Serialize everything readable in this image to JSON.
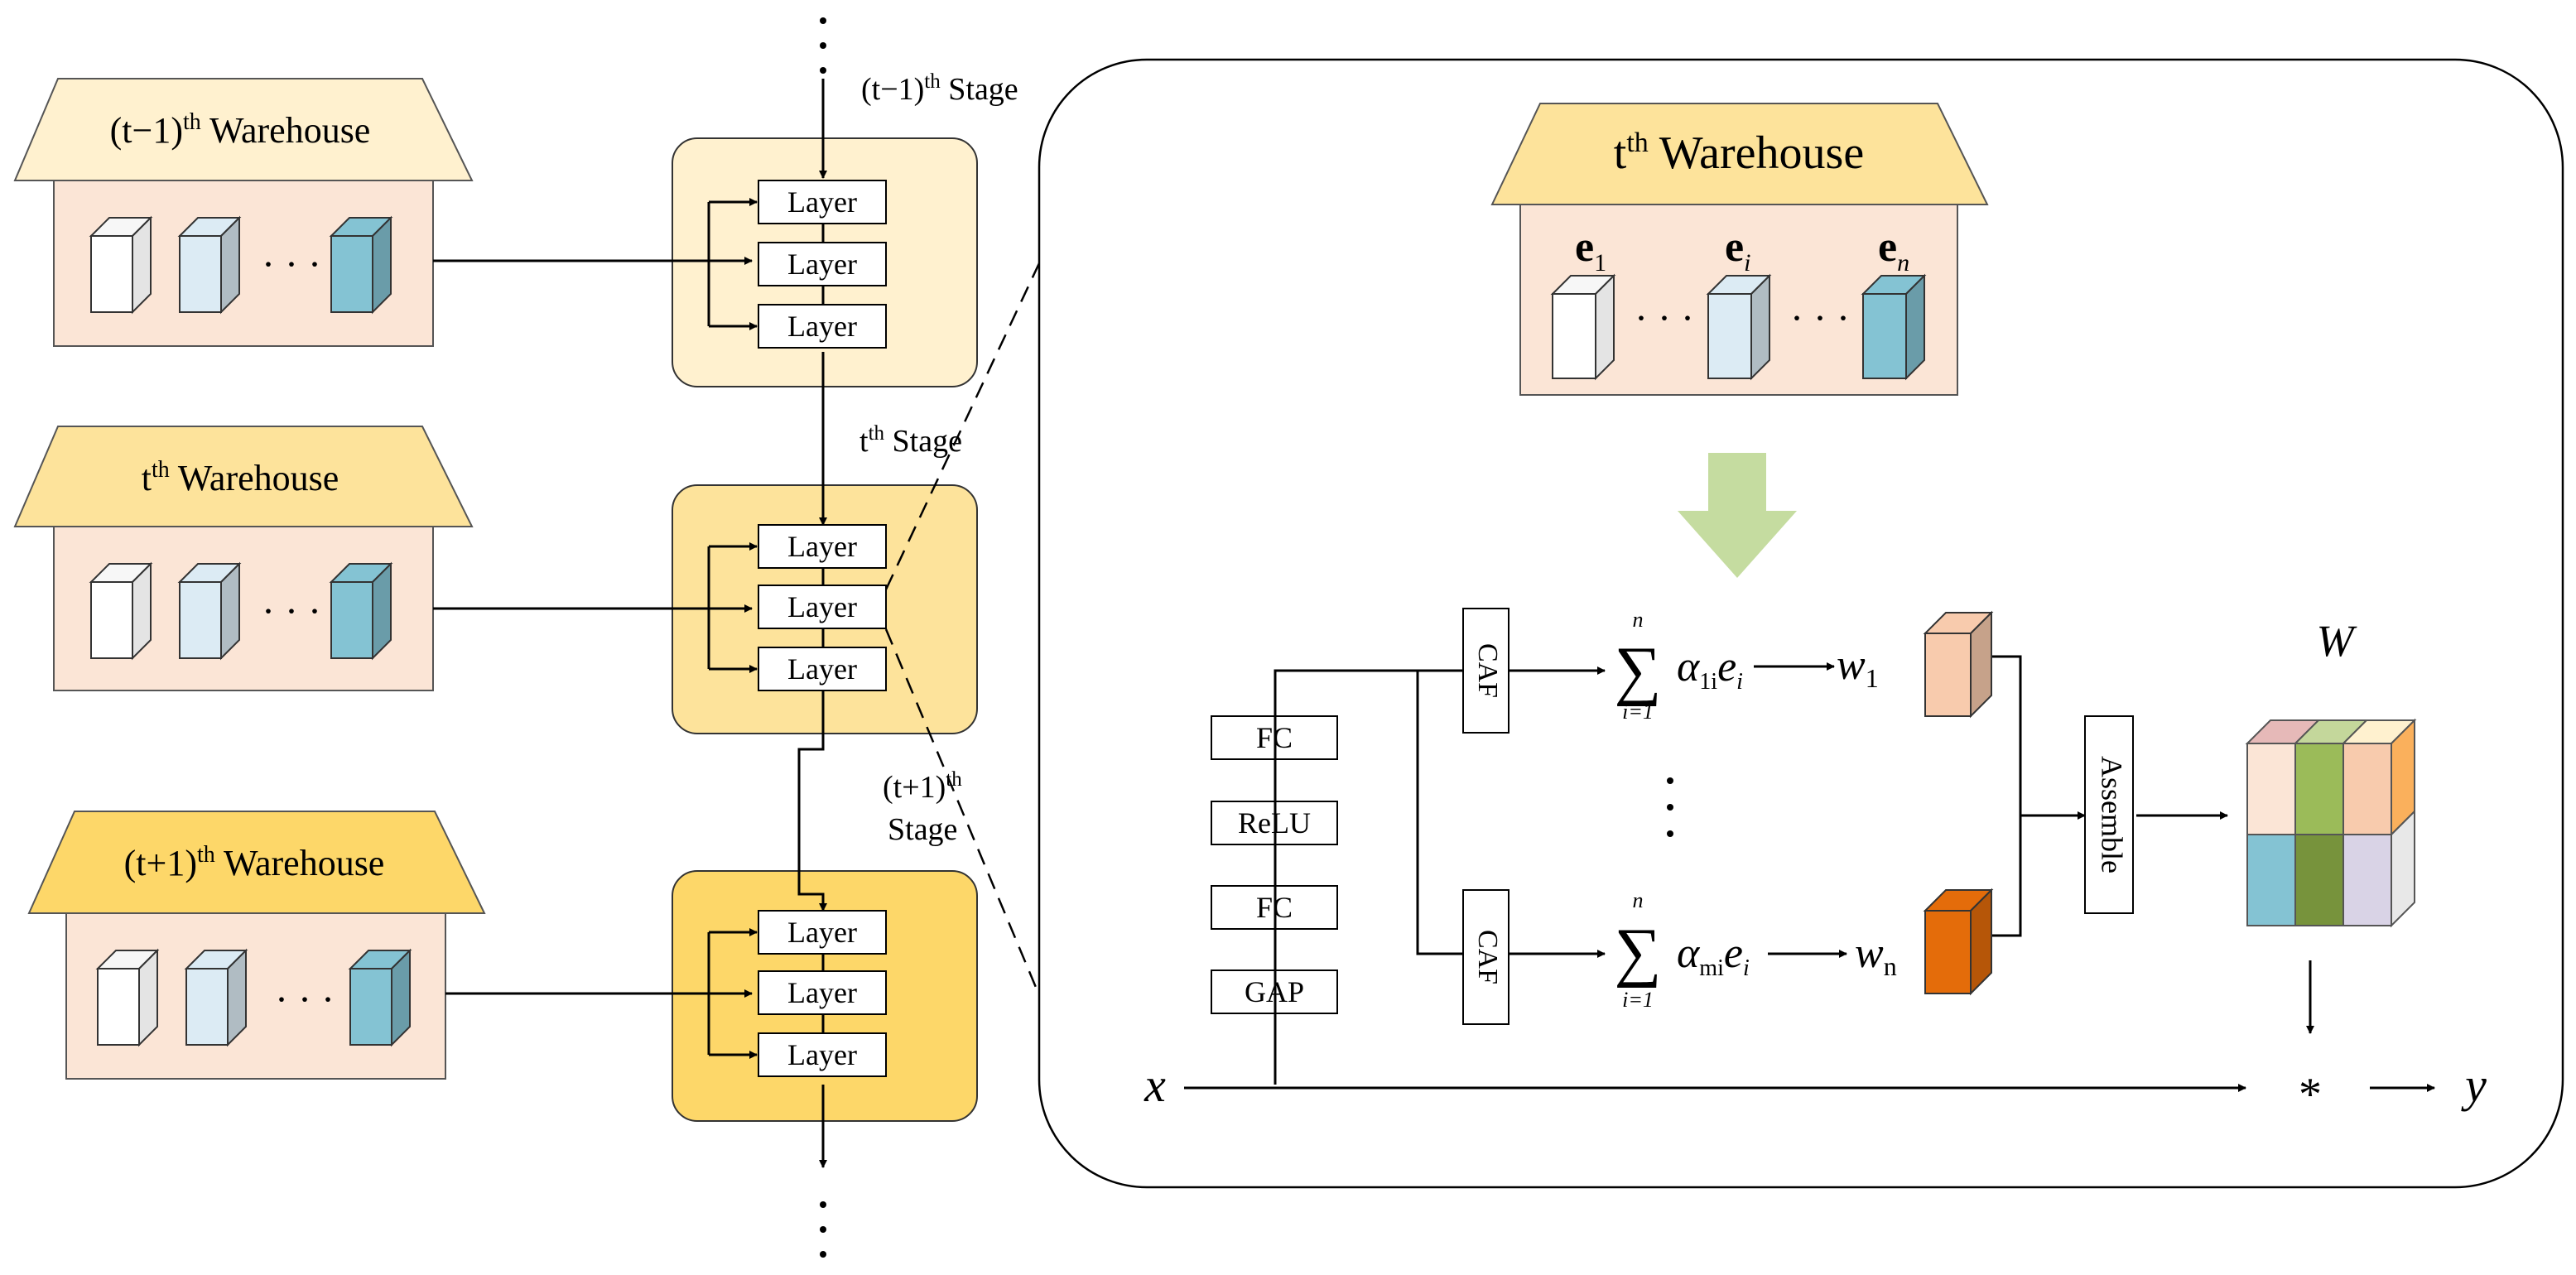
{
  "left_warehouses": [
    {
      "prefix": "(t−1)",
      "sup": "th",
      "label": " Warehouse",
      "roof": "#fff1cf"
    },
    {
      "prefix": "t",
      "sup": "th",
      "label": " Warehouse",
      "roof": "#fde39b"
    },
    {
      "prefix": "(t+1)",
      "sup": "th",
      "label": " Warehouse",
      "roof": "#fdd769"
    }
  ],
  "stages": [
    {
      "prefix": "(t−1)",
      "sup": "th",
      "suffix": " Stage",
      "fill": "#fff1cf"
    },
    {
      "prefix": "t",
      "sup": "th",
      "suffix": " Stage",
      "fill": "#fde39b"
    },
    {
      "prefix": "(t+1)",
      "sup": "th",
      "suffix": "Stage",
      "fill": "#fdd769"
    }
  ],
  "layer_label": "Layer",
  "ellipsis_dots": "· · ·",
  "detail": {
    "warehouse": {
      "prefix": "t",
      "sup": "th",
      "label": " Warehouse"
    },
    "experts": [
      {
        "name": "e",
        "sub": "1"
      },
      {
        "name": "e",
        "sub": "i"
      },
      {
        "name": "e",
        "sub": "n"
      }
    ],
    "pipeline": [
      "FC",
      "ReLU",
      "FC",
      "GAP"
    ],
    "caf": "CAF",
    "sum_top": "n",
    "sum_bottom": "i=1",
    "sum_symbol": "∑",
    "alpha_terms": [
      {
        "alpha": "α",
        "sub": "1i",
        "e": "e",
        "esub": "i",
        "w": "w",
        "wsub": "1"
      },
      {
        "alpha": "α",
        "sub": "mi",
        "e": "e",
        "esub": "i",
        "w": "w",
        "wsub": "n"
      }
    ],
    "assemble": "Assemble",
    "W": "W",
    "x": "x",
    "y": "y",
    "op": "*"
  },
  "colors": {
    "warehouse_body": "#fbe5d6",
    "cube_white": "#ffffff",
    "cube_light": "#dcebf4",
    "cube_teal": "#84c3d3",
    "arrow_green": "#c5dca0",
    "cube_peach": "#f8cbad",
    "cube_orange": "#e46c0a"
  }
}
